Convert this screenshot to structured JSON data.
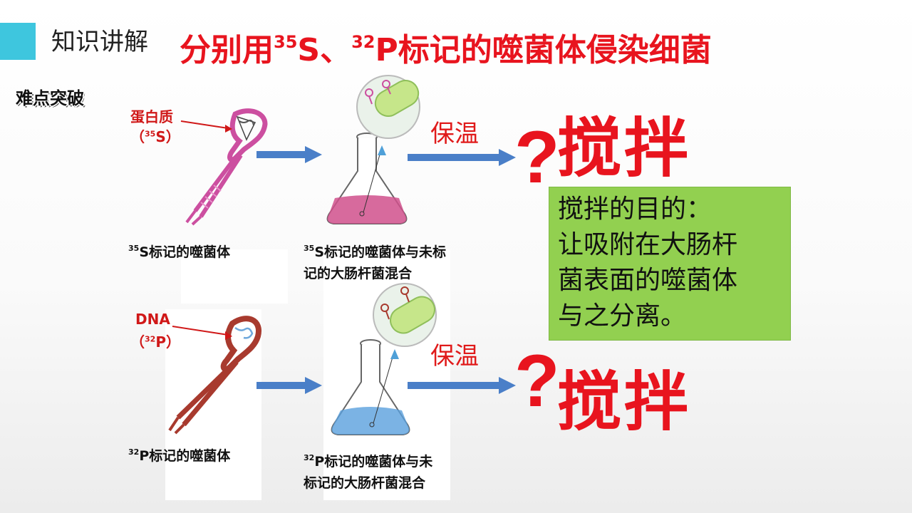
{
  "header": {
    "section": "知识讲解",
    "title_pre": "分别用",
    "title_sup1": "35",
    "title_mid1": "S、",
    "title_sup2": "32",
    "title_mid2": "P标记的噬菌体侵染细菌"
  },
  "tag": "难点突破",
  "row1": {
    "protein_label": "蛋白质",
    "isotope_open": "（",
    "isotope_sup": "35",
    "isotope_el": "S",
    "isotope_close": "）",
    "phage_caption_sup": "35",
    "phage_caption": "S标记的噬菌体",
    "flask_caption_sup": "35",
    "flask_caption_l1": "S标记的噬菌体与未标",
    "flask_caption_l2": "记的大肠杆菌混合",
    "incubate": "保温",
    "qmark": "?",
    "stir": "搅拌"
  },
  "row2": {
    "dna_label": "DNA",
    "isotope_open": "（",
    "isotope_sup": "32",
    "isotope_el": "P",
    "isotope_close": "）",
    "phage_caption_sup": "32",
    "phage_caption": "P标记的噬菌体",
    "flask_caption_sup": "32",
    "flask_caption_l1": "P标记的噬菌体与未",
    "flask_caption_l2": "标记的大肠杆菌混合",
    "incubate": "保温",
    "qmark": "?",
    "stir": "搅拌"
  },
  "note": {
    "lines": [
      "搅拌的目的：",
      "让吸附在大肠杆",
      "菌表面的噬菌体",
      "与之分离。"
    ]
  },
  "colors": {
    "accent_bar": "#3ec6de",
    "title_red": "#e8141e",
    "note_green": "#92d050",
    "arrow_blue": "#4a7fc8",
    "phage_pink": "#cc4fa0",
    "phage_brown": "#a83a2e",
    "medium_pink": "#d0508c",
    "medium_blue": "#5aa0dd"
  }
}
